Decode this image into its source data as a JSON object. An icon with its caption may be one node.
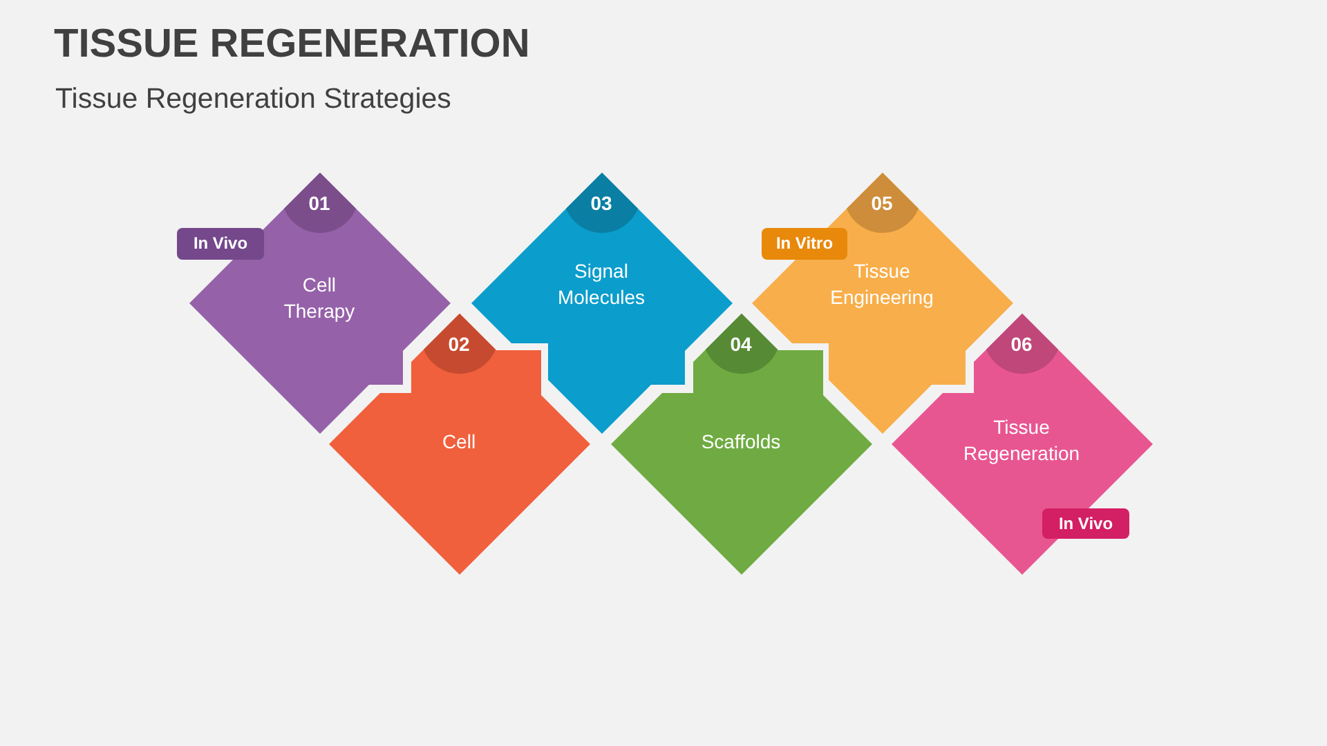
{
  "diagram": {
    "title": "TISSUE REGENERATION",
    "nodes": [
      {
        "text": [
          "01",
          "Cell Therapy"
        ]
      },
      {
        "text": [
          "02",
          "Cell"
        ]
      },
      {
        "text": [
          "03",
          "Signal Molecules"
        ]
      },
      {
        "text": [
          "04",
          "Scaffolds"
        ]
      },
      {
        "text": [
          "05",
          "Tissue Engineering"
        ]
      },
      {
        "text": [
          "06",
          "Tissue Regeneration"
        ]
      },
      {
        "text": [
          "In Vivo"
        ]
      },
      {
        "text": [
          "In Vitro"
        ]
      },
      {
        "text": [
          "In Vivo"
        ]
      }
    ],
    "labels": [
      "Tissue Regeneration Strategies"
    ]
  }
}
